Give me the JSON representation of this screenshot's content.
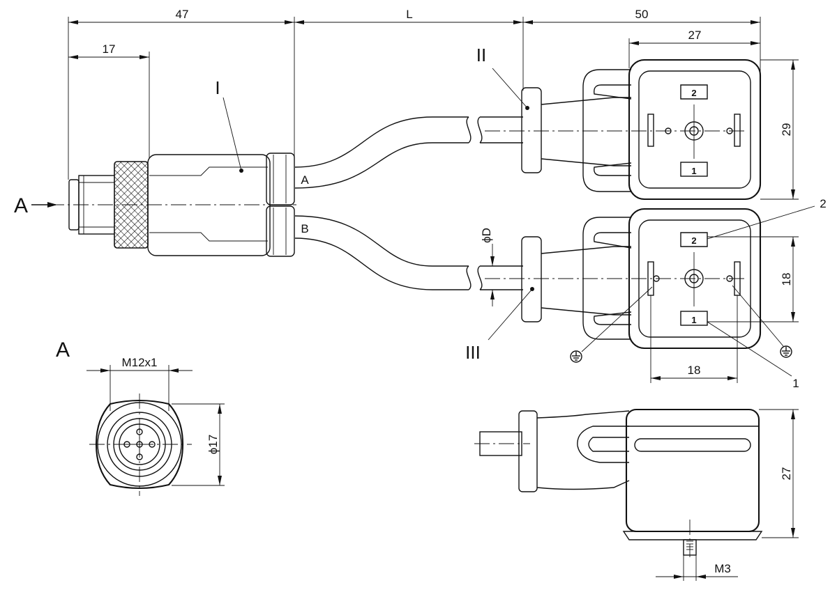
{
  "dimensions": {
    "d47": "47",
    "dL": "L",
    "d50": "50",
    "d17": "17",
    "d27_top": "27",
    "d29": "29",
    "d18_vertical": "18",
    "d18_horizontal": "18",
    "dD": "ϕD",
    "m12": "M12x1",
    "d17_dia": "ϕ17",
    "d27_side": "27",
    "m3": "M3"
  },
  "labels": {
    "part_I": "I",
    "part_II": "II",
    "part_III": "III",
    "cable_A": "A",
    "cable_B": "B",
    "view_arrow": "A",
    "view_title": "A",
    "callout_1": "1",
    "callout_2": "2"
  },
  "pins": {
    "top_upper": "2",
    "top_lower": "1",
    "bottom_upper": "2",
    "bottom_lower": "1"
  },
  "icons": [
    "ground-icon",
    "ground-icon"
  ]
}
